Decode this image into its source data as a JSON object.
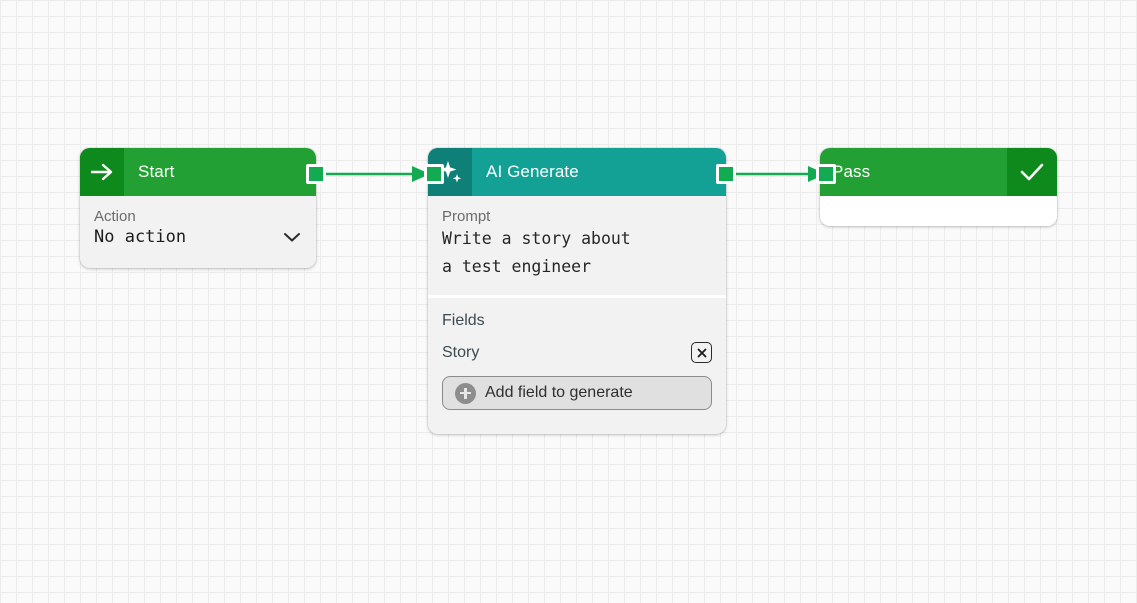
{
  "canvas": {
    "background_color": "#fafafa",
    "grid_minor_color": "#ececec",
    "grid_major_color": "#e2e2e2"
  },
  "colors": {
    "green_header": "#22a033",
    "green_icon_block": "#0e8a1c",
    "teal_header": "#13a195",
    "teal_icon_block": "#0e8078",
    "handle_green": "#13ab52",
    "edge_green": "#13ab52",
    "node_body": "#f2f2f2"
  },
  "nodes": {
    "start": {
      "title": "Start",
      "icon": "arrow-right-icon",
      "fields": {
        "action_label": "Action",
        "action_value": "No action",
        "dropdown_icon": "chevron-down-icon"
      }
    },
    "ai_generate": {
      "title": "AI Generate",
      "icon": "sparkles-icon",
      "prompt": {
        "label": "Prompt",
        "value": "Write a story about\na test engineer"
      },
      "fields_section": {
        "heading": "Fields",
        "items": [
          {
            "name": "Story",
            "delete_icon": "close-x-icon"
          }
        ],
        "add_button": {
          "label": "Add field to generate",
          "icon": "plus-circle-icon"
        }
      }
    },
    "pass": {
      "title": "Pass",
      "icon": "checkmark-icon"
    }
  },
  "edges": [
    {
      "from": "start",
      "to": "ai_generate",
      "arrow": "arrow-head"
    },
    {
      "from": "ai_generate",
      "to": "pass",
      "arrow": "arrow-head"
    }
  ]
}
